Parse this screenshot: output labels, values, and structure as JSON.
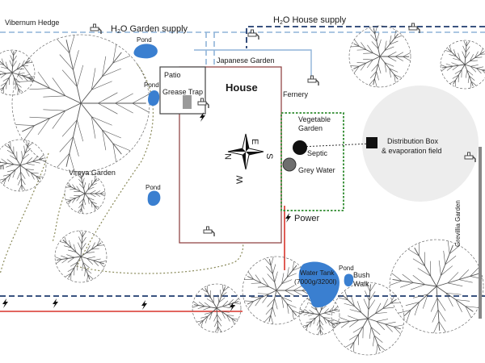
{
  "labels": {
    "vibernum_hedge": "Vibernum Hedge",
    "h2o_garden_supply": "H",
    "h2o_garden_supply_sub": "2",
    "h2o_garden_supply_rest": "O Garden supply",
    "h2o_house_supply": "H",
    "h2o_house_supply_sub": "2",
    "h2o_house_supply_rest": "O House supply",
    "pond_top": "Pond",
    "pond_left": "Pond",
    "pond_mid": "Pond",
    "pond_right": "Pond",
    "japanese_garden": "Japanese Garden",
    "patio": "Patio",
    "grease_trap": "Grease Trap",
    "house": "House",
    "fernery": "Fernery",
    "vegetable_garden_1": "Vegetable",
    "vegetable_garden_2": "Garden",
    "septic": "Septic",
    "grey_water": "Grey Water",
    "distribution_box_1": "Distribution Box",
    "distribution_box_2": "& evaporation field",
    "vireya_garden": "Vireya Garden",
    "power": "Power",
    "water_tank_1": "Water Tank",
    "water_tank_2": "(7000g/3200l)",
    "bush_walk_1": "Bush",
    "bush_walk_2": "Walk",
    "grevillia_garden": "Grevillia Garden",
    "left_edge_fragment": "n"
  },
  "compass": {
    "n": "N",
    "e": "E",
    "s": "S",
    "w": "W"
  },
  "colors": {
    "water_line": "#8fb4d9",
    "house_supply_line": "#1f3b6e",
    "power_line": "#d9342b",
    "vegetable_border": "#2e8b2e",
    "pond_fill": "#3a7fd0",
    "tank_fill": "#3a7fd0",
    "septic_fill": "#111111",
    "grey_water_fill": "#6e6e6e",
    "evap_field_fill": "#ededed",
    "grease_trap_fill": "#9a9a9a",
    "tree_stroke": "#555555",
    "path_line": "#8a8a5a"
  }
}
